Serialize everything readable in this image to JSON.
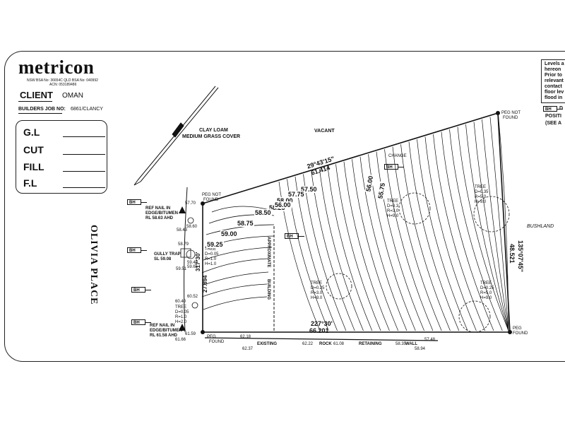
{
  "brand": {
    "logo": "metricon",
    "reg_line_1": "NSW BSA No: 36654C   QLD BSA No: 040992",
    "reg_line_2": "ACN: 053189486"
  },
  "client": {
    "label": "CLIENT",
    "value": "OMAN"
  },
  "builders_job": {
    "label": "BUILDERS JOB NO:",
    "value": "6861/CLANCY"
  },
  "levels_box": {
    "gl": "G.L",
    "cut": "CUT",
    "fill": "FILL",
    "fl": "F.L"
  },
  "right_note": {
    "lines": [
      "Levels a",
      "hereon",
      "Prior to",
      "relevant",
      "contact",
      "floor lev",
      "flood in"
    ]
  },
  "right_key": {
    "line1": "D",
    "line2": "POSITI",
    "line3": "(SEE A"
  },
  "street": "OLIVIA PLACE",
  "site": {
    "soil": "CLAY LOAM",
    "cover": "MEDIUM GRASS COVER",
    "vacant": "VACANT",
    "bushland": "BUSHLAND",
    "peg_not_found_1": "PEG NOT",
    "peg_not_found_2": "FOUND",
    "peg_found_1": "PEG",
    "peg_found_2": "FOUND",
    "changes": "CHANGE",
    "approx_tree_line": "APPROXIMATE",
    "building": "BUILDING"
  },
  "boundaries": {
    "north_bearing": "29°43'15\"",
    "north_length": "61.414",
    "south_bearing": "227°30'",
    "south_length": "66.201",
    "east_bearing": "135°07'45\"",
    "east_length": "48.521",
    "west_bearing": "317°30'",
    "west_length": "27.894"
  },
  "references": {
    "ref_nail_top_1": "REF NAIL IN",
    "ref_nail_top_2": "EDGE/BITUMEN",
    "ref_nail_top_3": "RL 58.63  AHD",
    "ref_nail_bot_1": "REF NAIL IN",
    "ref_nail_bot_2": "EDGE/BITUMEN",
    "ref_nail_bot_3": "RL 61.58  AHD",
    "gully_1": "GULLY TRAP",
    "gully_2": "SL  59.08"
  },
  "trees": {
    "t1": [
      "TREE",
      "D=0.05",
      "R=1.0",
      "H=1.0"
    ],
    "t2": [
      "TREE",
      "D=0.05",
      "R=1.0",
      "H=2.0"
    ],
    "t3": [
      "TREE",
      "D=0.3",
      "R=3.0",
      "H=9.0"
    ],
    "t4": [
      "TREE",
      "D=0.35",
      "R=5.0",
      "H=9.0"
    ],
    "t5": [
      "TREE",
      "D=0.25",
      "R=3.0",
      "H=9.0"
    ],
    "t6": [
      "TREE",
      "D=0.25",
      "R=5.0",
      "H=9.0"
    ]
  },
  "contours": [
    "56.00",
    "57.50",
    "57.75",
    "58.00",
    "58.25",
    "58.50",
    "58.75",
    "59.00",
    "59.25",
    "56.00",
    "55.75"
  ],
  "spot_levels": {
    "s1": "57.70",
    "s2": "58.43",
    "s3": "58.60",
    "s4": "58.79",
    "s5": "59.40",
    "s6": "59.51",
    "s7": "59.65",
    "s8": "60.52",
    "s9": "60.40",
    "s10": "61.59",
    "s11": "61.66",
    "s12": "62.18",
    "s13": "62.37",
    "s14": "62.22",
    "s15": "61.08",
    "s16": "58.35",
    "s17": "58.94",
    "s18": "57.48"
  },
  "bottom_labels": {
    "existing": "EXISTING",
    "rock": "ROCK",
    "retaining": "RETAINING",
    "wall": "WALL"
  },
  "bh_tag": "BH",
  "colors": {
    "ink": "#111111",
    "paper": "#ffffff"
  }
}
